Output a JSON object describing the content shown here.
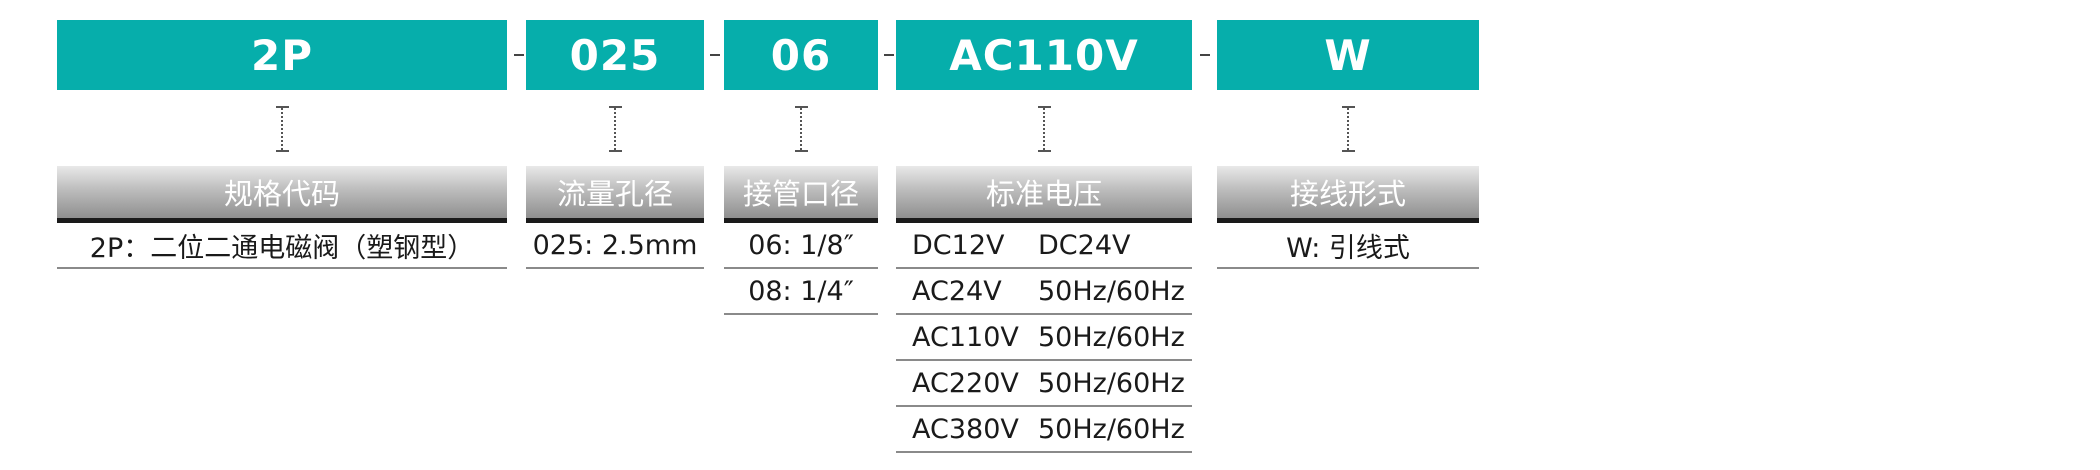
{
  "segments": [
    {
      "code": "2P",
      "label": "规格代码",
      "rows": [
        "2P：二位二通电磁阀（塑钢型）"
      ]
    },
    {
      "code": "025",
      "label": "流量孔径",
      "rows": [
        "025: 2.5mm"
      ]
    },
    {
      "code": "06",
      "label": "接管口径",
      "rows": [
        "06: 1/8″",
        "08: 1/4″"
      ]
    },
    {
      "code": "AC110V",
      "label": "标准电压",
      "rows": [
        [
          "DC12V",
          "DC24V"
        ],
        [
          "AC24V",
          "50Hz/60Hz"
        ],
        [
          "AC110V",
          "50Hz/60Hz"
        ],
        [
          "AC220V",
          "50Hz/60Hz"
        ],
        [
          "AC380V",
          "50Hz/60Hz"
        ]
      ]
    },
    {
      "code": "W",
      "label": "接线形式",
      "rows": [
        "W: 引线式"
      ]
    }
  ],
  "separators": [
    "-",
    "-",
    "-",
    "-"
  ],
  "colors": {
    "code_box": "#06aeab",
    "label_bar_top": "#e9e9e9",
    "label_bar_bottom": "#8f8f8f"
  }
}
